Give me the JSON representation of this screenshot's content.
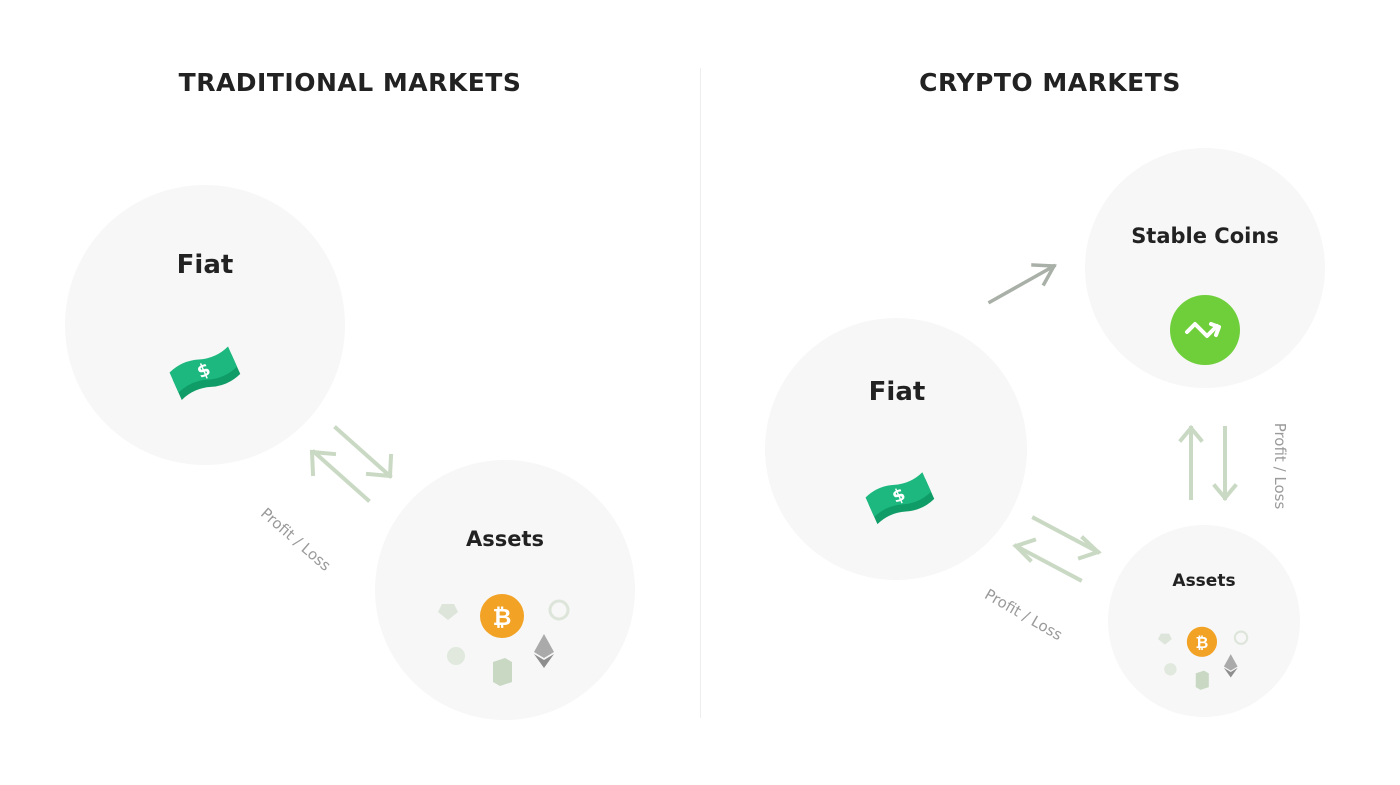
{
  "traditional": {
    "title": "TRADITIONAL MARKETS",
    "fiat_label": "Fiat",
    "assets_label": "Assets",
    "edge_label": "Profit / Loss"
  },
  "crypto": {
    "title": "CRYPTO MARKETS",
    "fiat_label": "Fiat",
    "stable_label": "Stable Coins",
    "assets_label": "Assets",
    "edge_label_fiat_assets": "Profit / Loss",
    "edge_label_stable_assets": "Profit / Loss"
  },
  "icons": {
    "fiat": "money-bill-icon",
    "bitcoin": "bitcoin-icon",
    "ethereum": "ethereum-icon",
    "neo": "neo-icon",
    "stablecoin": "stablecoin-icon"
  },
  "colors": {
    "money_green": "#1cb87f",
    "bitcoin_orange": "#f2a225",
    "stablecoin_green": "#6fcf3a",
    "arrow_green": "#c9d9c3",
    "arrow_grey": "#a9b0a7",
    "circle_fill": "#f6f7f6",
    "faded_icon": "#d9e2d6"
  }
}
